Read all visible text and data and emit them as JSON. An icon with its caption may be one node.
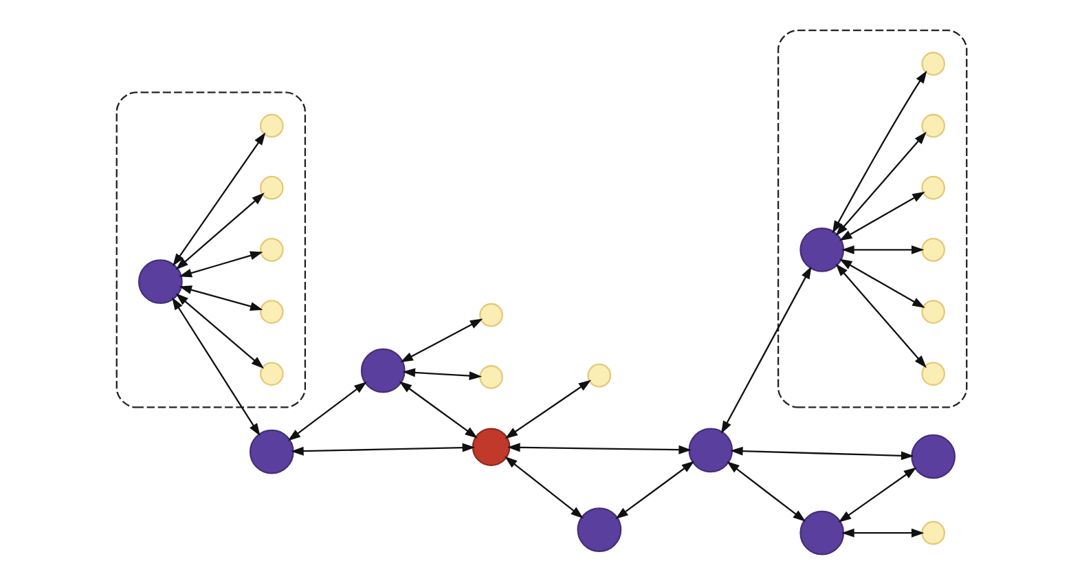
{
  "diagram": {
    "nodes": [
      {
        "text": [],
        "shape": "ellipse"
      },
      {
        "text": [],
        "shape": "circle",
        "in": 0
      },
      {
        "text": [],
        "shape": "circle",
        "in": 0
      },
      {
        "text": [],
        "shape": "circle",
        "in": 0
      },
      {
        "text": [],
        "shape": "circle",
        "in": 0
      },
      {
        "text": [],
        "shape": "circle",
        "in": 0
      },
      {
        "text": [],
        "shape": "circle",
        "in": 0
      },
      {
        "text": [],
        "shape": "circle"
      },
      {
        "text": [],
        "shape": "circle"
      },
      {
        "text": [],
        "shape": "circle"
      },
      {
        "text": [],
        "shape": "circle"
      },
      {
        "text": [],
        "shape": "circle"
      },
      {
        "text": [],
        "shape": "circle"
      },
      {
        "text": [],
        "shape": "circle"
      },
      {
        "text": [],
        "shape": "circle"
      },
      {
        "text": [],
        "shape": "circle"
      },
      {
        "text": [],
        "shape": "circle"
      },
      {
        "text": [],
        "shape": "ellipse"
      },
      {
        "text": [],
        "shape": "circle",
        "in": 17
      },
      {
        "text": [],
        "shape": "circle",
        "in": 17
      },
      {
        "text": [],
        "shape": "circle",
        "in": 17
      },
      {
        "text": [],
        "shape": "circle",
        "in": 17
      },
      {
        "text": [],
        "shape": "circle"
      },
      {
        "text": [],
        "shape": "circle",
        "in": 17
      },
      {
        "text": [],
        "shape": "circle",
        "in": 17
      },
      {
        "text": [],
        "shape": "circle",
        "in": 17
      }
    ],
    "edges": [
      {
        "from": 4,
        "to": 1,
        "arrow": "both"
      },
      {
        "from": 4,
        "to": 2,
        "arrow": "both"
      },
      {
        "from": 4,
        "to": 3,
        "arrow": "both"
      },
      {
        "from": 4,
        "to": 5,
        "arrow": "both"
      },
      {
        "from": 4,
        "to": 6,
        "arrow": "both"
      },
      {
        "from": 4,
        "to": 13,
        "arrow": "both"
      },
      {
        "from": 13,
        "to": 7,
        "arrow": "both"
      },
      {
        "from": 13,
        "to": 16,
        "arrow": "both"
      },
      {
        "from": 7,
        "to": 8,
        "arrow": "both"
      },
      {
        "from": 7,
        "to": 12,
        "arrow": "both"
      },
      {
        "from": 7,
        "to": 16,
        "arrow": "both"
      },
      {
        "from": 16,
        "to": 14,
        "arrow": "both"
      },
      {
        "from": 16,
        "to": 15,
        "arrow": "both"
      },
      {
        "from": 16,
        "to": 22,
        "arrow": "both"
      },
      {
        "from": 22,
        "to": 15,
        "arrow": "both"
      },
      {
        "from": 15,
        "to": 10,
        "arrow": "both"
      },
      {
        "from": 10,
        "to": 9,
        "arrow": "both"
      },
      {
        "from": 10,
        "to": 11,
        "arrow": "both"
      },
      {
        "from": 11,
        "to": 15,
        "arrow": "both"
      },
      {
        "from": 15,
        "to": 20,
        "arrow": "both"
      },
      {
        "from": 20,
        "to": 18,
        "arrow": "both"
      },
      {
        "from": 20,
        "to": 19,
        "arrow": "both"
      },
      {
        "from": 20,
        "to": 21,
        "arrow": "both"
      },
      {
        "from": 20,
        "to": 23,
        "arrow": "both"
      },
      {
        "from": 20,
        "to": 24,
        "arrow": "both"
      },
      {
        "from": 20,
        "to": 25,
        "arrow": "both"
      }
    ]
  }
}
